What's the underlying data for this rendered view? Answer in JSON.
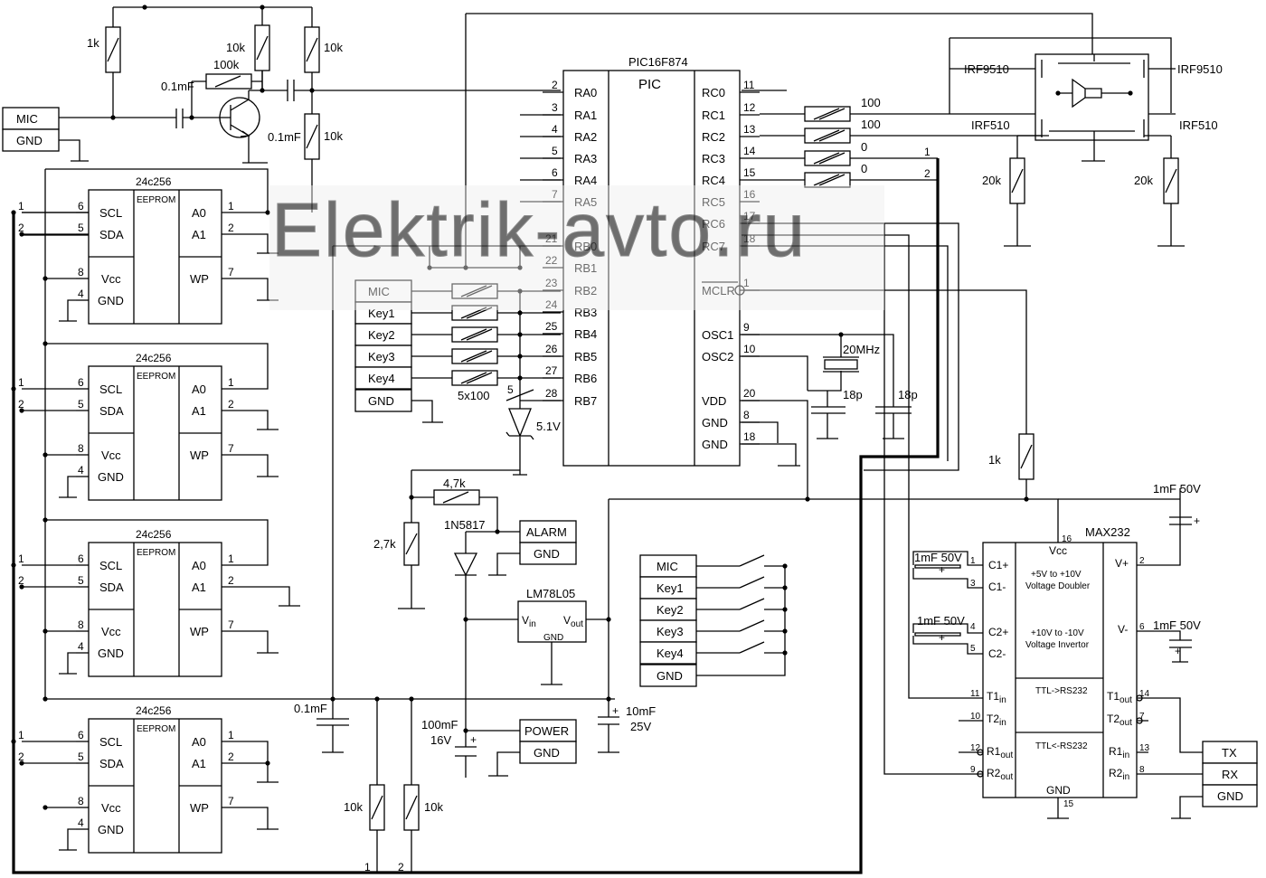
{
  "watermark": "Elektrik-avto.ru",
  "mcu": {
    "part": "PIC16F874",
    "label": "PIC",
    "left_pins": [
      {
        "num": "2",
        "name": "RA0"
      },
      {
        "num": "3",
        "name": "RA1"
      },
      {
        "num": "4",
        "name": "RA2"
      },
      {
        "num": "5",
        "name": "RA3"
      },
      {
        "num": "6",
        "name": "RA4"
      },
      {
        "num": "7",
        "name": "RA5"
      },
      {
        "num": "21",
        "name": "RB0"
      },
      {
        "num": "22",
        "name": "RB1"
      },
      {
        "num": "23",
        "name": "RB2"
      },
      {
        "num": "24",
        "name": "RB3"
      },
      {
        "num": "25",
        "name": "RB4"
      },
      {
        "num": "26",
        "name": "RB5"
      },
      {
        "num": "27",
        "name": "RB6"
      },
      {
        "num": "28",
        "name": "RB7"
      }
    ],
    "right_pins": [
      {
        "num": "11",
        "name": "RC0"
      },
      {
        "num": "12",
        "name": "RC1"
      },
      {
        "num": "13",
        "name": "RC2"
      },
      {
        "num": "14",
        "name": "RC3"
      },
      {
        "num": "15",
        "name": "RC4"
      },
      {
        "num": "16",
        "name": "RC5"
      },
      {
        "num": "17",
        "name": "RC6"
      },
      {
        "num": "18",
        "name": "RC7"
      },
      {
        "num": "1",
        "name": "MCLR"
      },
      {
        "num": "9",
        "name": "OSC1"
      },
      {
        "num": "10",
        "name": "OSC2"
      },
      {
        "num": "20",
        "name": "VDD"
      },
      {
        "num": "8",
        "name": "GND"
      },
      {
        "num": "18",
        "name": "GND"
      }
    ]
  },
  "eeprom": {
    "part": "24c256",
    "sub": "EEPROM",
    "pins": {
      "scl": "SCL",
      "sda": "SDA",
      "vcc": "Vcc",
      "gnd": "GND",
      "a0": "A0",
      "a1": "A1",
      "wp": "WP"
    },
    "pin_numbers": {
      "scl": "6",
      "sda": "5",
      "vcc": "8",
      "gnd": "4",
      "a0": "1",
      "a1": "2",
      "wp": "7"
    },
    "bus_numbers": [
      "1",
      "2"
    ]
  },
  "mic_input": {
    "mic": "MIC",
    "gnd": "GND"
  },
  "preamp": {
    "r1": "1k",
    "r2": "10k",
    "r3": "100k",
    "r4": "10k",
    "r5": "10k",
    "c1": "0.1mF",
    "c2": "0.1mF"
  },
  "inputs_connector": [
    "MIC",
    "Key1",
    "Key2",
    "Key3",
    "Key4",
    "GND"
  ],
  "input_resistors": "5x100",
  "zener": {
    "pin": "5",
    "value": "5.1V"
  },
  "bridge": {
    "pmos": "IRF9510",
    "nmos": "IRF510",
    "r_left": "20k",
    "r_right": "20k",
    "r_rc1": "100",
    "r_rc2": "100",
    "r_rc3": "0",
    "r_rc4": "0",
    "bus_1": "1",
    "bus_2": "2"
  },
  "crystal": {
    "freq": "20MHz",
    "c1": "18p",
    "c2": "18p"
  },
  "mclr": {
    "pin": "1",
    "pullup": "1k"
  },
  "alarm": {
    "r_series": "4,7k",
    "r_div": "2,7k",
    "diode": "1N5817",
    "label": "ALARM",
    "gnd": "GND"
  },
  "regulator": {
    "part": "LM78L05",
    "vin": "V",
    "vin_sub": "in",
    "vout": "V",
    "vout_sub": "out",
    "gnd": "GND"
  },
  "power": {
    "label": "POWER",
    "gnd": "GND",
    "c_in": "100mF",
    "c_in_v": "16V",
    "c_out": "10mF",
    "c_out_v": "25V",
    "c_bypass": "0.1mF"
  },
  "i2c_pullups": {
    "r1": "10k",
    "r2": "10k",
    "bus_1": "1",
    "bus_2": "2"
  },
  "switches": [
    "MIC",
    "Key1",
    "Key2",
    "Key3",
    "Key4",
    "GND"
  ],
  "max232": {
    "part": "MAX232",
    "vcc": "Vcc",
    "gnd": "GND",
    "vcc_pin": "16",
    "gnd_pin": "15",
    "c1p": "C1+",
    "c1m": "C1-",
    "c2p": "C2+",
    "c2m": "C2-",
    "vp": "V+",
    "vm": "V-",
    "doubler": "+5V to +10V",
    "doubler2": "Voltage Doubler",
    "invertor": "+10V to -10V",
    "invertor2": "Voltage Invertor",
    "ttl_rs": "TTL->RS232",
    "rs_ttl": "TTL<-RS232",
    "t1in": "T1",
    "t2in": "T2",
    "r1out": "R1",
    "r2out": "R2",
    "in": "in",
    "out": "out",
    "t1out": "T1",
    "t2out": "T2",
    "r1in": "R1",
    "r2in": "R2",
    "pins": {
      "c1p": "1",
      "c1m": "3",
      "c2p": "4",
      "c2m": "5",
      "vp": "2",
      "vm": "6",
      "t1in": "11",
      "t2in": "10",
      "r1out": "12",
      "r2out": "9",
      "t1out": "14",
      "t2out": "7",
      "r1in": "13",
      "r2in": "8"
    },
    "caps": [
      "1mF 50V",
      "1mF 50V",
      "1mF 50V",
      "1mF 50V"
    ]
  },
  "serial": {
    "tx": "TX",
    "rx": "RX",
    "gnd": "GND"
  }
}
